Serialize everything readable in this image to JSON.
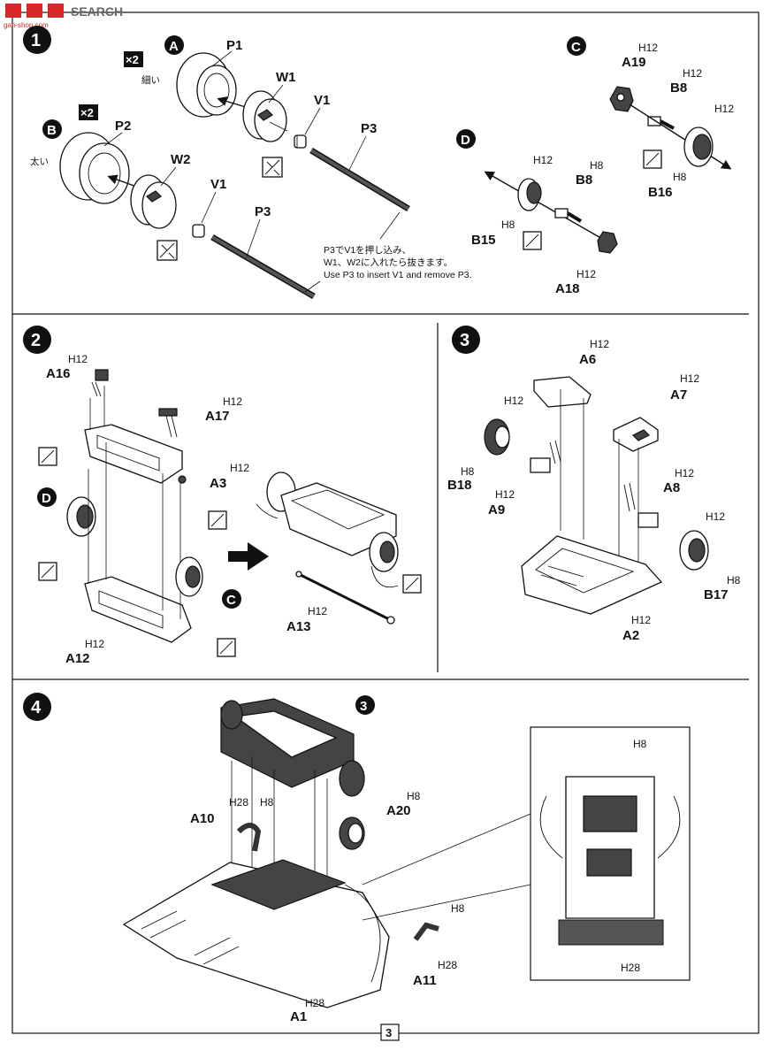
{
  "watermark": {
    "site": "SEARCH",
    "sub": "gan-shop.com"
  },
  "page_number": "3",
  "steps": [
    {
      "number": "1"
    },
    {
      "number": "2"
    },
    {
      "number": "3"
    },
    {
      "number": "4"
    }
  ],
  "step1": {
    "sub_a": "A",
    "sub_b": "B",
    "sub_c": "C",
    "sub_d": "D",
    "times_a": "×2",
    "times_b": "×2",
    "thin_note": "細い",
    "thick_note": "太い",
    "parts": [
      "P1",
      "W1",
      "V1",
      "P3",
      "P2",
      "W2",
      "V1",
      "P3",
      "A19",
      "B8",
      "B16",
      "B8",
      "B15",
      "A18"
    ],
    "hcodes": [
      "H12",
      "H12",
      "H12",
      "H8",
      "H12",
      "H8",
      "H8",
      "H12"
    ],
    "instruction_ja_1": "P3でV1を押し込み、",
    "instruction_ja_2": "W1、W2に入れたら抜きます。",
    "instruction_en": "Use P3 to insert V1 and remove P3."
  },
  "step2": {
    "parts": [
      "A16",
      "A17",
      "A3",
      "A12",
      "A13"
    ],
    "hcodes": [
      "H12",
      "H12",
      "H12",
      "H12",
      "H12"
    ],
    "sub_d": "D",
    "sub_c": "C"
  },
  "step3": {
    "parts": [
      "A6",
      "A7",
      "B18",
      "A9",
      "A8",
      "B17",
      "A2"
    ],
    "hcodes": [
      "H12",
      "H12",
      "H12",
      "H8",
      "H12",
      "H12",
      "H12",
      "H8",
      "H12"
    ]
  },
  "step4": {
    "ref": "3",
    "parts": [
      "A10",
      "A20",
      "A11",
      "A1"
    ],
    "hcodes": [
      "H28",
      "H8",
      "H8",
      "H8",
      "H28",
      "H28",
      "H8",
      "H28"
    ]
  },
  "colors": {
    "ink": "#111111",
    "paper": "#ffffff",
    "watermark_red": "#d62828"
  }
}
